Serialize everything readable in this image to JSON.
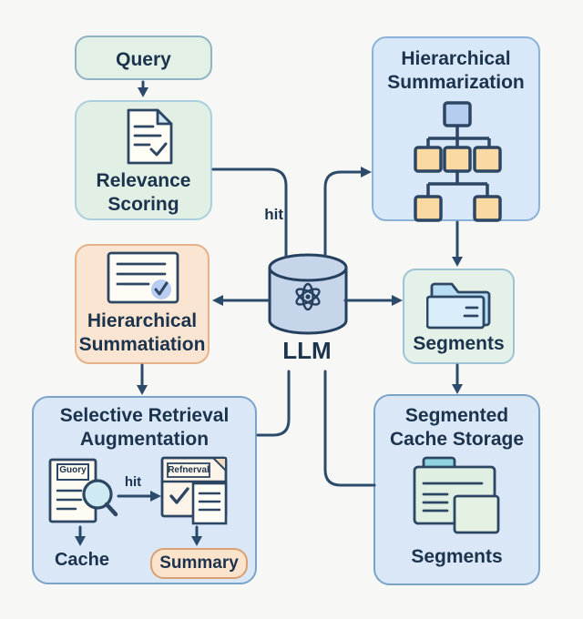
{
  "diagram": {
    "title_semantic": "LLM segmented cache retrieval architecture",
    "colors": {
      "background": "#f7f8f5",
      "ink": "#1c334d",
      "line": "#2c4a69",
      "green_fill": "#e1efe5",
      "green_border": "#9cc0d0",
      "blue_fill": "#d9e8f8",
      "blue_border": "#7ea7cd",
      "peach_fill": "#fae5d2",
      "peach_border": "#e5b189",
      "summary_fill": "#fce3cc",
      "summary_border": "#d9a071",
      "cylinder_fill": "#c7d5ea",
      "tree_orange": "#fbd9a3",
      "tree_blue": "#b5cdee",
      "folder_blue": "#b9ddf2",
      "folder_teal": "#8ed3de",
      "folder_mint": "#dff0e2"
    },
    "nodes": {
      "query": {
        "label": "Query"
      },
      "relevance_scoring": {
        "line1": "Relevance",
        "line2": "Scoring"
      },
      "hierarchical_summarization": {
        "line1": "Hierarchical",
        "line2": "Summarization"
      },
      "hierarchical_summatiation": {
        "line1": "Hierarchical",
        "line2": "Summatiation"
      },
      "llm": {
        "label": "LLM"
      },
      "segments": {
        "label": "Segments"
      },
      "segmented_cache_storage": {
        "line1": "Segmented",
        "line2": "Cache Storage",
        "footer_label": "Segments"
      },
      "selective_retrieval_augmentation": {
        "line1": "Selective Retrieval",
        "line2": "Augmentation",
        "query_doc_label": "Guory",
        "retrieval_card_label": "Refnerval",
        "hit_label": "hit",
        "cache_label": "Cache",
        "summary_label": "Summary"
      }
    },
    "edges": {
      "hit_label": "hit"
    }
  }
}
